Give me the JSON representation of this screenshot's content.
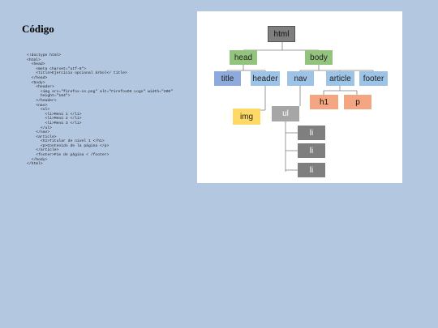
{
  "slide": {
    "title": "Código",
    "code_lines": [
      "<!doctype html>",
      "<html>",
      "  <head>",
      "    <meta charset=\"utf-8\">",
      "    <title>Ejercicio opcional árbol</ title>",
      "  </head>",
      "  <body>",
      "    <header>",
      "      <img src=\"firefox-os.png\" alt=\"FirefoxOS Logo\" width=\"200\"",
      "      height=\"164\">",
      "    </header>",
      "    <nav>",
      "      <ul>",
      "        <li>Menú 1 </li>",
      "        <li>Menú 2 </li>",
      "        <li>Menú 3 </li>",
      "      </ul>",
      "    </nav>",
      "    <article>",
      "      <h1>Titular de nivel 1 </h1>",
      "      <p>Contenido de la página </p>",
      "    </article>",
      "    <footer>Pie de página < /footer>",
      "  </body>",
      "</html>"
    ]
  },
  "tree": {
    "nodes": {
      "html": "html",
      "head": "head",
      "body": "body",
      "title": "title",
      "header": "header",
      "nav": "nav",
      "article": "article",
      "footer": "footer",
      "img": "img",
      "ul": "ul",
      "h1": "h1",
      "p": "p",
      "li1": "li",
      "li2": "li",
      "li3": "li"
    },
    "colors": {
      "root": "#7f7f7f",
      "level1": "#93c47d",
      "level2": "#9dc3e6",
      "title_node": "#8ea9db",
      "img_node": "#ffd966",
      "ul_node": "#a6a6a6",
      "li_node": "#7f7f7f",
      "article_children": "#f4a582"
    }
  }
}
